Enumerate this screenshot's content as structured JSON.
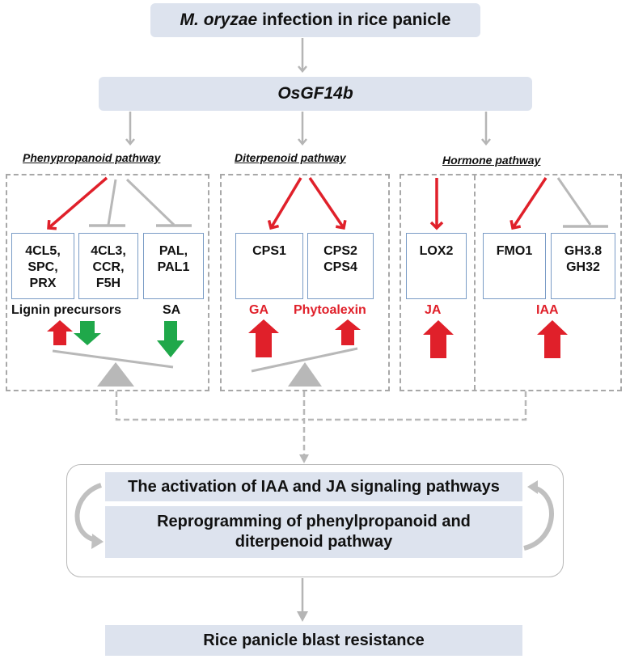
{
  "top": {
    "infection": {
      "italic": "M. oryzae",
      "rest": " infection in rice panicle"
    },
    "regulator": "OsGF14b"
  },
  "pathways": {
    "phenylpropanoid": {
      "title": "Phenypropanoid pathway",
      "genes": [
        "4CL5,\nSPC,\nPRX",
        "4CL3,\nCCR,\nF5H",
        "PAL,\nPAL1"
      ],
      "labels": [
        "Lignin precursors",
        "SA"
      ],
      "regulation": [
        "activate",
        "inhibit",
        "inhibit"
      ],
      "level_changes": [
        {
          "target": "Lignin precursors",
          "direction": "up",
          "color": "#e0202a"
        },
        {
          "target": "Lignin precursors",
          "direction": "down",
          "color": "#1fa84a"
        },
        {
          "target": "SA",
          "direction": "down",
          "color": "#1fa84a"
        }
      ],
      "balance_tilt": "left-up"
    },
    "diterpenoid": {
      "title": "Diterpenoid pathway",
      "genes": [
        "CPS1",
        "CPS2\nCPS4"
      ],
      "labels": [
        "GA",
        "Phytoalexin"
      ],
      "regulation": [
        "activate",
        "activate"
      ],
      "level_changes": [
        {
          "target": "GA",
          "direction": "up",
          "color": "#e0202a"
        },
        {
          "target": "Phytoalexin",
          "direction": "up",
          "color": "#e0202a"
        }
      ],
      "balance_tilt": "right-up"
    },
    "hormone": {
      "title": "Hormone pathway",
      "genes": [
        "LOX2",
        "FMO1",
        "GH3.8\nGH32"
      ],
      "labels": [
        "JA",
        "IAA"
      ],
      "regulation": [
        "activate",
        "activate",
        "inhibit"
      ],
      "level_changes": [
        {
          "target": "JA",
          "direction": "up",
          "color": "#e0202a"
        },
        {
          "target": "IAA",
          "direction": "up",
          "color": "#e0202a"
        }
      ]
    }
  },
  "outcome": {
    "activation": "The activation of IAA and JA signaling pathways",
    "reprogramming": "Reprogramming of phenylpropanoid and diterpenoid pathway",
    "resistance": "Rice panicle blast resistance"
  },
  "colors": {
    "box_fill": "#dde3ee",
    "activate": "#e0202a",
    "decrease": "#1fa84a",
    "inhibit": "#b8b8b8",
    "gene_border": "#7a9cc6"
  }
}
